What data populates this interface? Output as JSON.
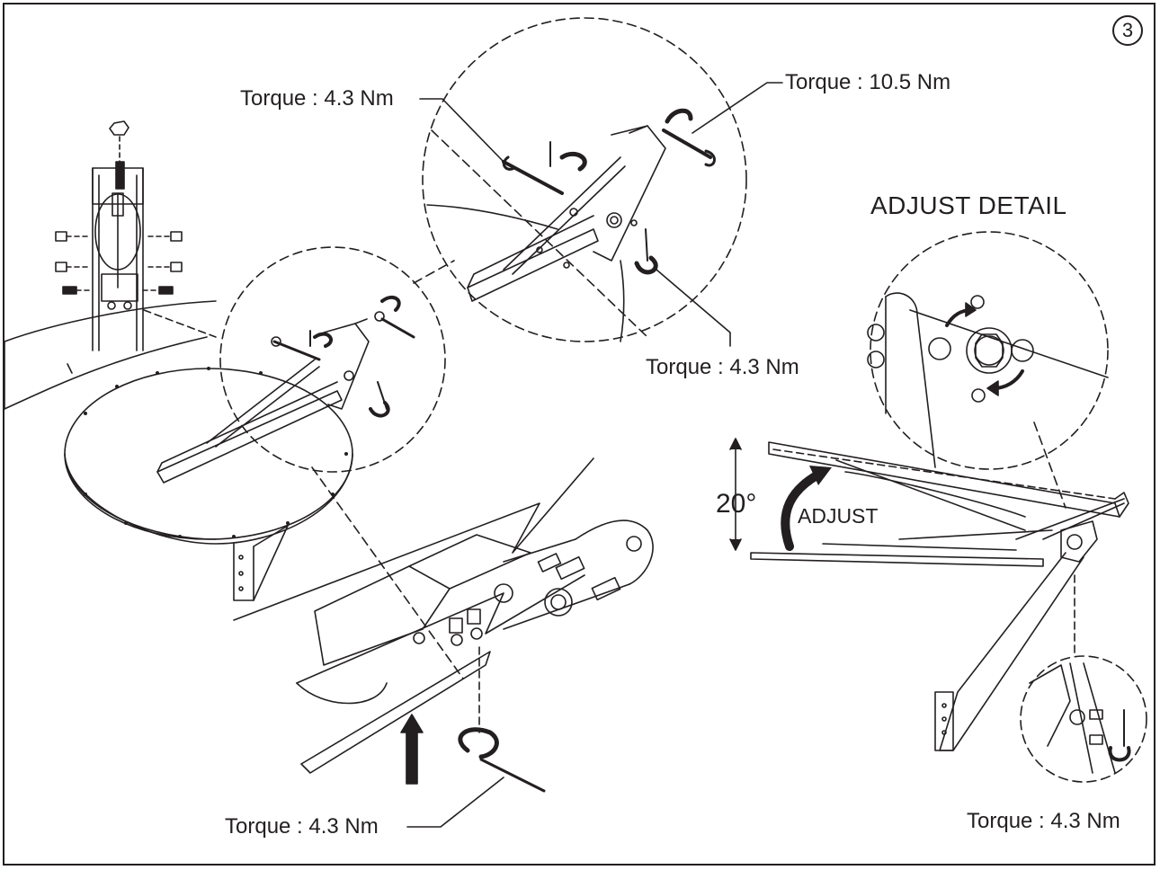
{
  "step_number": "3",
  "labels": {
    "torque_top_left": "Torque : 4.3 Nm",
    "torque_top_right": "Torque : 10.5 Nm",
    "torque_mid": "Torque : 4.3 Nm",
    "torque_bottom": "Torque : 4.3 Nm",
    "torque_bottom_right": "Torque : 4.3 Nm",
    "adjust_detail_title": "ADJUST DETAIL",
    "angle": "20°",
    "adjust": "ADJUST"
  },
  "colors": {
    "ink": "#231f20",
    "paper": "#ffffff"
  }
}
